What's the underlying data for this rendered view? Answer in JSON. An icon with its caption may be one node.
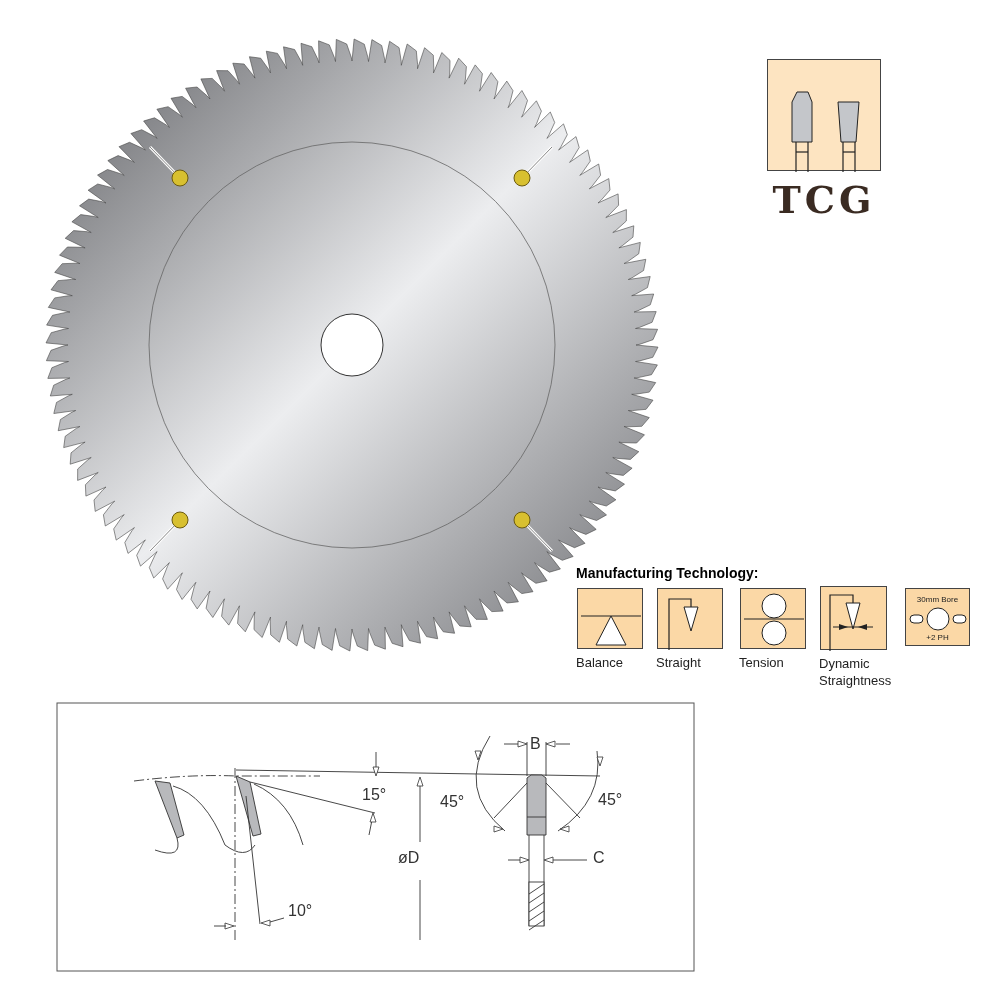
{
  "diagram": {
    "nodes": [
      {
        "text": [
          "TCG"
        ]
      },
      {
        "text": [],
        "shape": "box",
        "beside": [
          "Balance"
        ]
      },
      {
        "text": [],
        "shape": "box",
        "beside": [
          "Straight"
        ]
      },
      {
        "text": [],
        "shape": "box",
        "beside": [
          "Tension"
        ]
      },
      {
        "text": [],
        "shape": "box",
        "beside": [
          "Dynamic Straightness"
        ]
      },
      {
        "text": [
          "30mm Bore",
          "+2 PH"
        ]
      }
    ],
    "labels": [
      "Manufacturing Technology:",
      "B",
      "15°",
      "45°",
      "45°",
      "øD",
      "C",
      "10°"
    ]
  }
}
